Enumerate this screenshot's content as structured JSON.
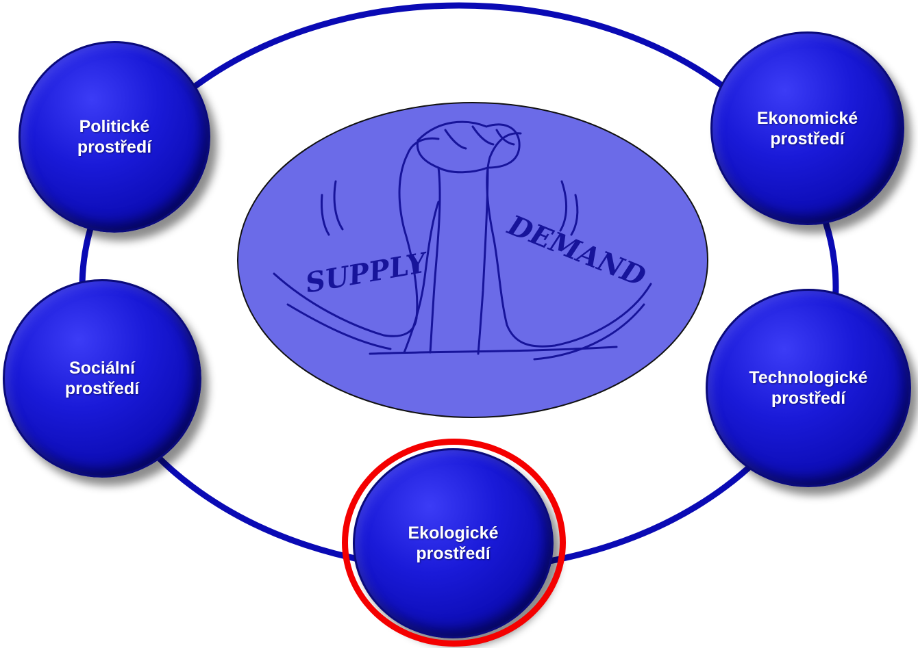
{
  "diagram": {
    "nodes": [
      {
        "label": "Politické\nprostředí"
      },
      {
        "label": "Ekonomické\nprostředí"
      },
      {
        "label": "Sociální\nprostředí"
      },
      {
        "label": "Technologické\nprostředí"
      },
      {
        "label": "Ekologické\nprostředí",
        "highlighted": true
      }
    ],
    "center_image": {
      "words": [
        "SUPPLY",
        "DEMAND"
      ]
    },
    "colors": {
      "ring": "#0a0ab4",
      "node": "#1414d0",
      "highlight": "#f40000",
      "center_fill": "#6b6be8"
    }
  }
}
